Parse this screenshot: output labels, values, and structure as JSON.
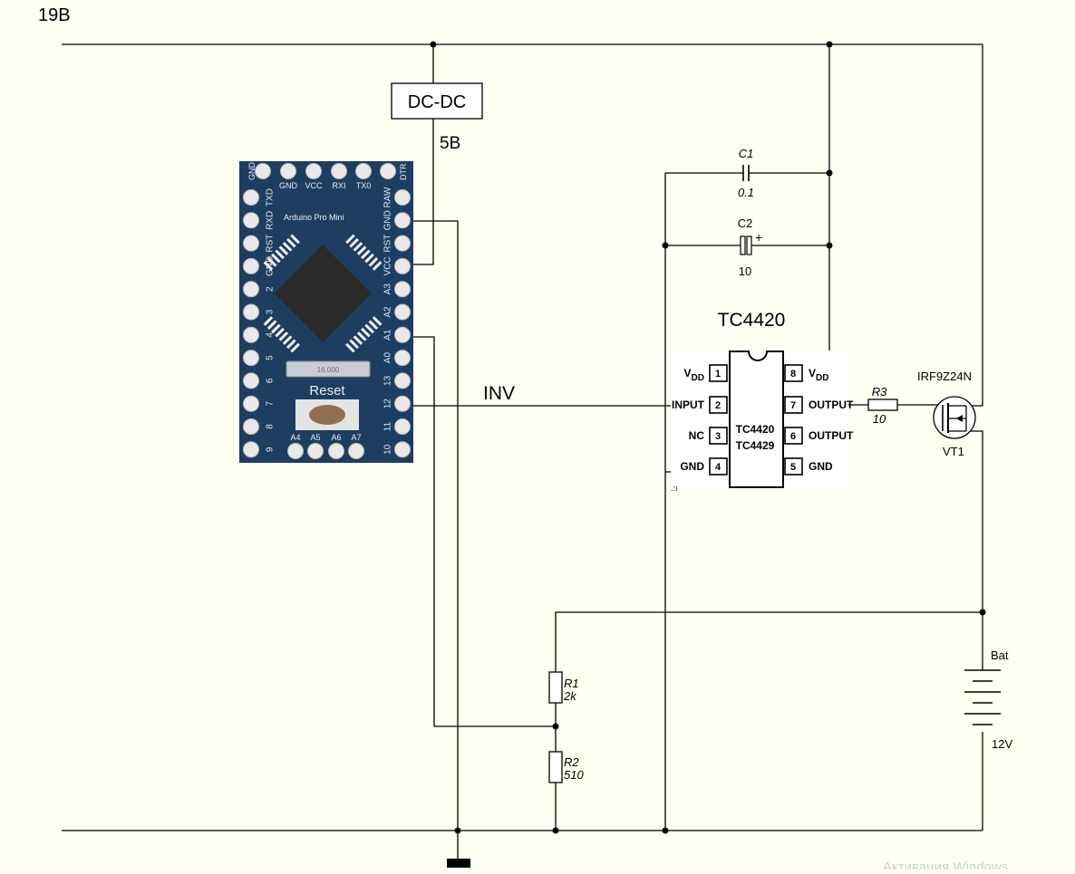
{
  "supply_label": "19B",
  "dcdc": {
    "label": "DC-DC",
    "out_label": "5B"
  },
  "arduino": {
    "title": "Arduino Pro Mini",
    "top_labels": [
      "GND",
      "VCC",
      "RXI",
      "TX0"
    ],
    "top_left_label": "GND",
    "top_right_label": "DTR",
    "left_labels": [
      "TXD",
      "RXD",
      "RST",
      "GND",
      "2",
      "3",
      "4",
      "5",
      "6",
      "7",
      "8",
      "9"
    ],
    "right_labels": [
      "RAW",
      "GND",
      "RST",
      "VCC",
      "A3",
      "A2",
      "A1",
      "A0",
      "13",
      "12",
      "11",
      "10"
    ],
    "bottom_labels": [
      "A4",
      "A5",
      "A6",
      "A7"
    ],
    "crystal": "16.000",
    "reset": "Reset"
  },
  "inv_label": "INV",
  "c1": {
    "name": "C1",
    "value": "0.1"
  },
  "c2": {
    "name": "C2",
    "value": "10",
    "polarity": "+"
  },
  "driver": {
    "title": "TC4420",
    "chip_lines": [
      "TC4420",
      "TC4429"
    ],
    "pins_left": [
      {
        "num": "1",
        "label": "V",
        "sub": "DD"
      },
      {
        "num": "2",
        "label": "INPUT"
      },
      {
        "num": "3",
        "label": "NC"
      },
      {
        "num": "4",
        "label": "GND"
      }
    ],
    "pins_right": [
      {
        "num": "8",
        "label": "V",
        "sub": "DD"
      },
      {
        "num": "7",
        "label": "OUTPUT"
      },
      {
        "num": "6",
        "label": "OUTPUT"
      },
      {
        "num": "5",
        "label": "GND"
      }
    ]
  },
  "r3": {
    "name": "R3",
    "value": "10"
  },
  "vt1": {
    "part": "IRF9Z24N",
    "name": "VT1"
  },
  "r1": {
    "name": "R1",
    "value": "2k"
  },
  "r2": {
    "name": "R2",
    "value": "510"
  },
  "battery": {
    "name": "Bat",
    "value": "12V"
  },
  "watermark": "Активация Windows"
}
